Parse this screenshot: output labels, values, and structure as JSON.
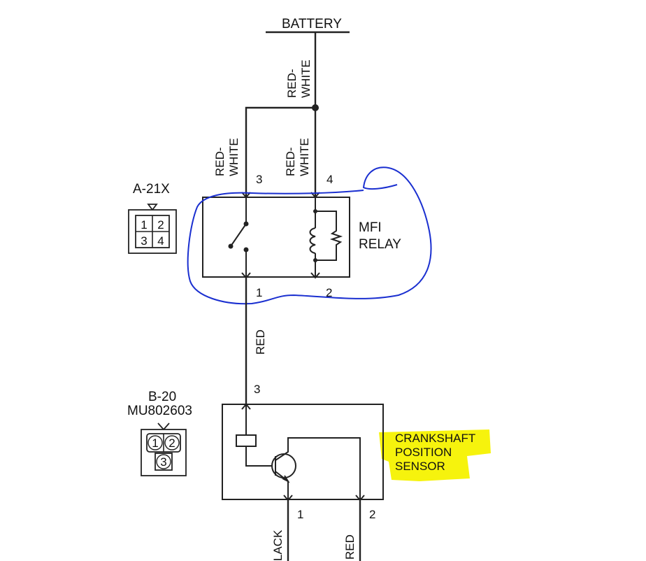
{
  "power": {
    "label": "BATTERY"
  },
  "wires": {
    "battery_feed": "RED-\nWHITE",
    "to_pin3": "RED-\nWHITE",
    "to_pin4": "RED-\nWHITE",
    "relay_to_sensor": "RED",
    "sensor_pin1": "LACK",
    "sensor_pin2": "RED"
  },
  "relay": {
    "connector": "A-21X",
    "connector_pins": [
      "1",
      "2",
      "3",
      "4"
    ],
    "name_line1": "MFI",
    "name_line2": "RELAY",
    "pins": {
      "top_left": "3",
      "top_right": "4",
      "bottom_left": "1",
      "bottom_right": "2"
    }
  },
  "sensor": {
    "connector": "B-20",
    "part_number": "MU802603",
    "connector_pins": [
      "1",
      "2",
      "3"
    ],
    "name_line1": "CRANKSHAFT",
    "name_line2": "POSITION",
    "name_line3": "SENSOR",
    "pins": {
      "top": "3",
      "bottom_left": "1",
      "bottom_right": "2"
    }
  },
  "annotations": {
    "relay_circle_color": "#1a2fd0",
    "sensor_highlight_color": "#f5f200"
  }
}
